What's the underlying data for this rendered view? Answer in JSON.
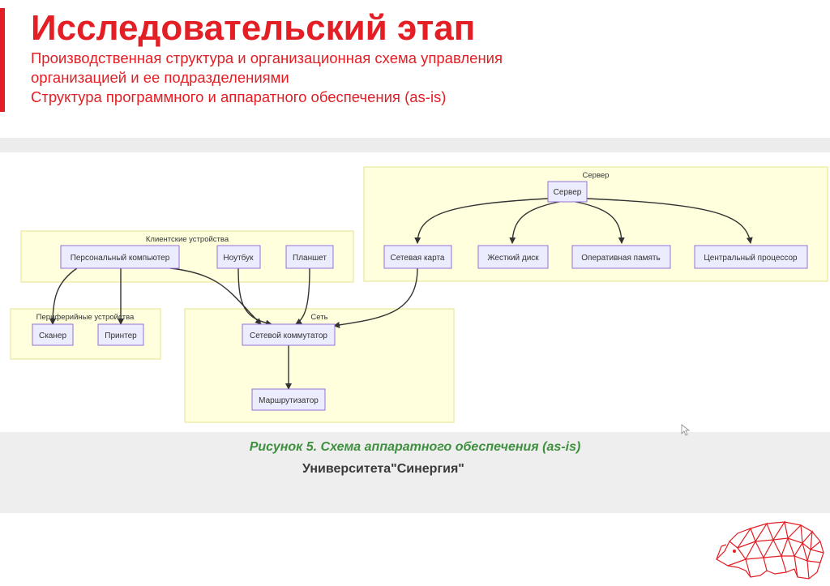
{
  "slide": {
    "title": "Исследовательский этап",
    "subtitle_lines": [
      "Производственная структура и организационная схема управления",
      "организацией и ее подразделениями",
      "Структура программного и аппаратного обеспечения (as-is)"
    ]
  },
  "diagram": {
    "groups": {
      "server": "Сервер",
      "clients": "Клиентские устройства",
      "peripherals": "Периферийные устройства",
      "network": "Сеть"
    },
    "nodes": {
      "server": "Сервер",
      "network_card": "Сетевая карта",
      "hard_disk": "Жесткий диск",
      "ram": "Оперативная память",
      "cpu": "Центральный процессор",
      "pc": "Персональный компьютер",
      "laptop": "Ноутбук",
      "tablet": "Планшет",
      "scanner": "Сканер",
      "printer": "Принтер",
      "switch": "Сетевой коммутатор",
      "router": "Маршрутизатор"
    },
    "edges": [
      [
        "server",
        "network_card"
      ],
      [
        "server",
        "hard_disk"
      ],
      [
        "server",
        "ram"
      ],
      [
        "server",
        "cpu"
      ],
      [
        "pc",
        "scanner"
      ],
      [
        "pc",
        "printer"
      ],
      [
        "pc",
        "switch"
      ],
      [
        "laptop",
        "switch"
      ],
      [
        "tablet",
        "switch"
      ],
      [
        "network_card",
        "switch"
      ],
      [
        "switch",
        "router"
      ]
    ]
  },
  "caption": {
    "line1": "Рисунок 5. Схема аппаратного обеспечения (as-is)",
    "line2": "Университета\"Синергия\""
  },
  "colors": {
    "accent": "#e31e24",
    "caption_green": "#3e8f3e",
    "group_fill": "#ffffde",
    "node_fill": "#ececff",
    "node_border": "#9370db"
  }
}
